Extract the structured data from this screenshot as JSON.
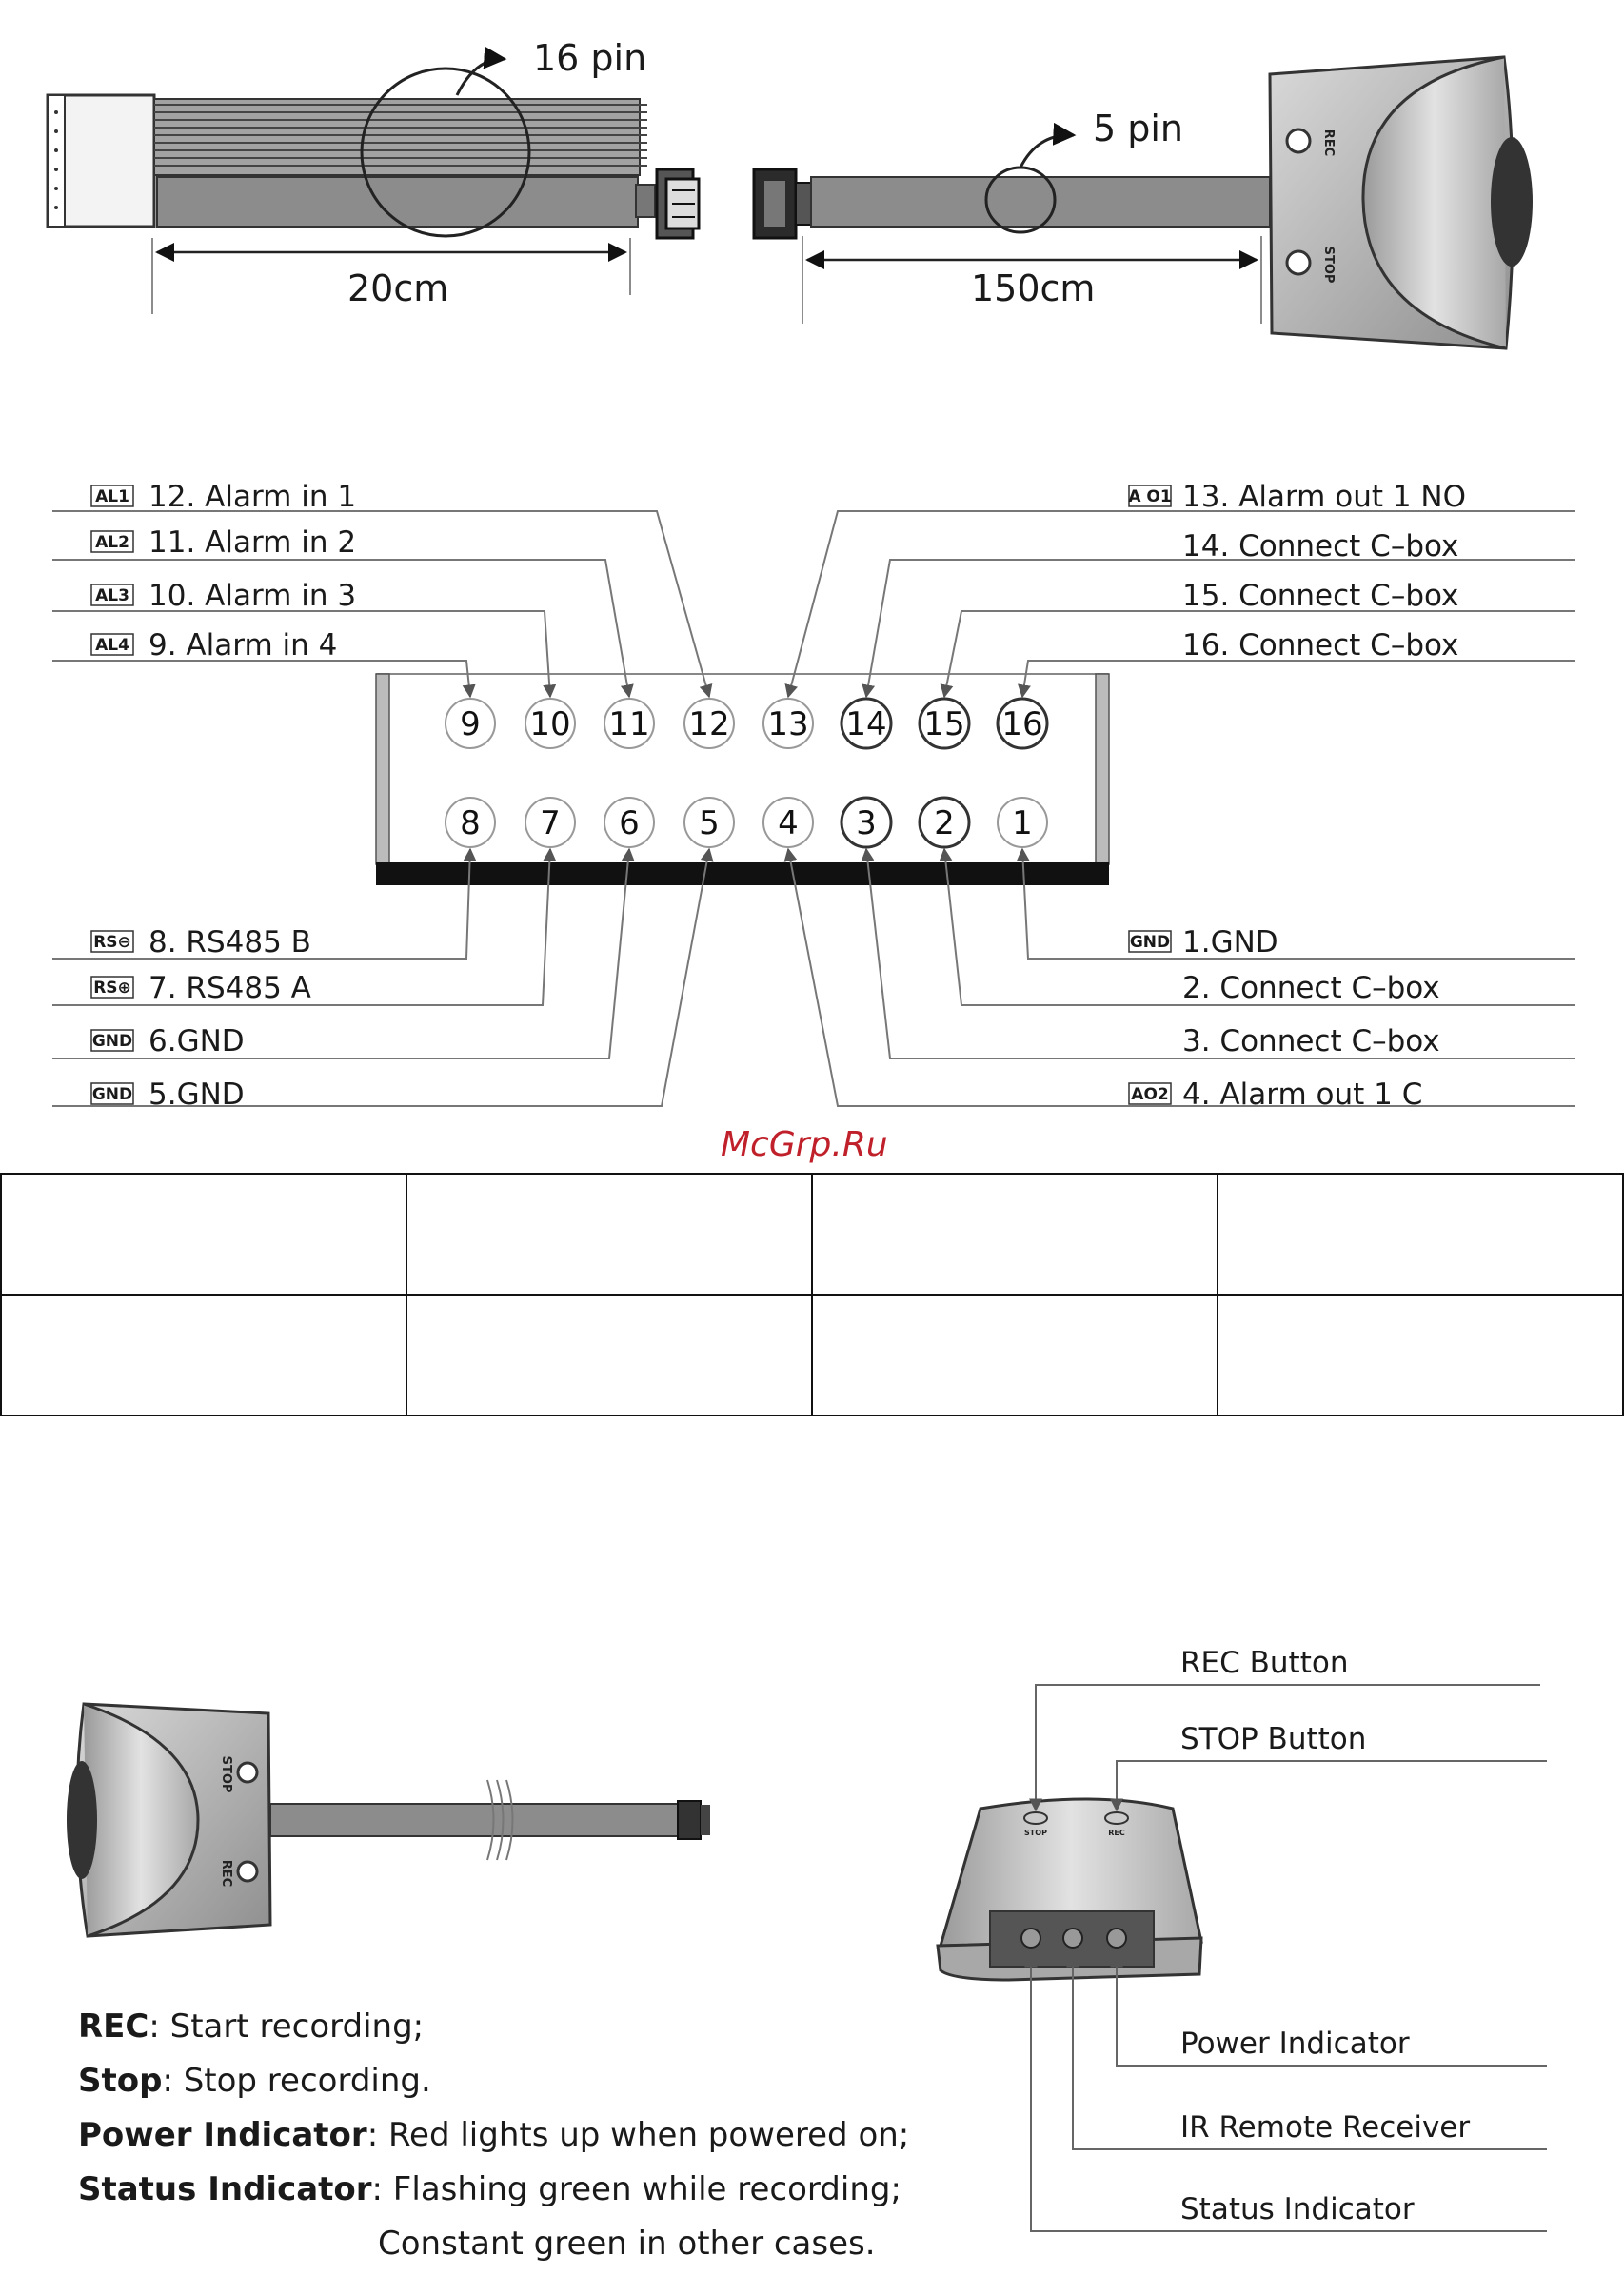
{
  "cable": {
    "pin16_label": "16 pin",
    "pin5_label": "5 pin",
    "length_short": "20cm",
    "length_long": "150cm",
    "rec_label": "REC",
    "stop_label": "STOP"
  },
  "pinout": {
    "top_left": [
      {
        "tag": "AL1",
        "text": "12. Alarm in 1"
      },
      {
        "tag": "AL2",
        "text": "11. Alarm in 2"
      },
      {
        "tag": "AL3",
        "text": "10. Alarm in 3"
      },
      {
        "tag": "AL4",
        "text": "9. Alarm in 4"
      }
    ],
    "top_right": [
      {
        "tag": "A O1",
        "text": "13. Alarm out 1 NO"
      },
      {
        "tag": "",
        "text": "14. Connect C–box"
      },
      {
        "tag": "",
        "text": "15. Connect C–box"
      },
      {
        "tag": "",
        "text": "16. Connect C–box"
      }
    ],
    "bottom_left": [
      {
        "tag": "RS⊖",
        "text": "8. RS485 B"
      },
      {
        "tag": "RS⊕",
        "text": "7. RS485 A"
      },
      {
        "tag": "GND",
        "text": "6.GND"
      },
      {
        "tag": "GND",
        "text": "5.GND"
      }
    ],
    "bottom_right": [
      {
        "tag": "GND",
        "text": "1.GND"
      },
      {
        "tag": "",
        "text": "2. Connect C–box"
      },
      {
        "tag": "",
        "text": "3. Connect C–box"
      },
      {
        "tag": "AO2",
        "text": "4. Alarm out 1 C"
      }
    ],
    "top_pins": [
      "9",
      "10",
      "11",
      "12",
      "13",
      "14",
      "15",
      "16"
    ],
    "bottom_pins": [
      "8",
      "7",
      "6",
      "5",
      "4",
      "3",
      "2",
      "1"
    ]
  },
  "watermark": "McGrp.Ru",
  "device": {
    "rec_button": "REC Button",
    "stop_button": "STOP Button",
    "power_indicator": "Power Indicator",
    "ir_receiver": "IR Remote Receiver",
    "status_indicator": "Status Indicator",
    "side_stop": "STOP",
    "side_rec": "REC"
  },
  "description": {
    "rec_term": "REC",
    "rec_text": ": Start recording;",
    "stop_term": "Stop",
    "stop_text": ": Stop recording.",
    "power_term": "Power Indicator",
    "power_text": ": Red lights up when powered on;",
    "status_term": "Status Indicator",
    "status_text": ": Flashing green while recording;",
    "status_cont": "Constant green in other cases."
  },
  "colors": {
    "cable_gray": "#8c8c8c",
    "body_gray": "#b5b5b5",
    "line": "#333333",
    "watermark": "#c0202a"
  }
}
